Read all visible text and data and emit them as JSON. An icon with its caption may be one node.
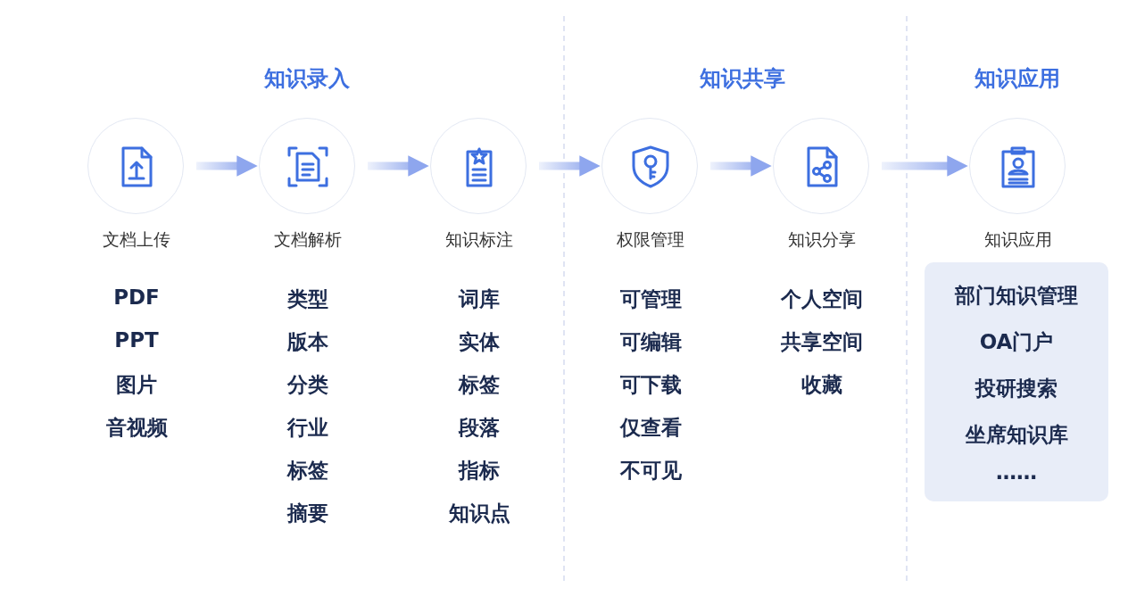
{
  "diagram": {
    "nodes": [
      {
        "text": [
          "文档上传"
        ],
        "beside": [
          "PDF",
          "PPT",
          "图片",
          "音视频"
        ]
      },
      {
        "text": [
          "文档解析"
        ],
        "beside": [
          "类型",
          "版本",
          "分类",
          "行业",
          "标签",
          "摘要"
        ]
      },
      {
        "text": [
          "知识标注"
        ],
        "beside": [
          "词库",
          "实体",
          "标签",
          "段落",
          "指标",
          "知识点"
        ]
      },
      {
        "text": [
          "权限管理"
        ],
        "beside": [
          "可管理",
          "可编辑",
          "可下载",
          "仅查看",
          "不可见"
        ]
      },
      {
        "text": [
          "知识分享"
        ],
        "beside": [
          "个人空间",
          "共享空间",
          "收藏"
        ]
      },
      {
        "text": [
          "知识应用"
        ]
      },
      {
        "text": [
          "部门知识管理",
          "OA门户",
          "投研搜索",
          "坐席知识库",
          "……"
        ]
      }
    ],
    "edges": [
      {
        "from": 0,
        "to": 1,
        "arrow": "to"
      },
      {
        "from": 1,
        "to": 2,
        "arrow": "to"
      },
      {
        "from": 2,
        "to": 3,
        "arrow": "to"
      },
      {
        "from": 3,
        "to": 4,
        "arrow": "to"
      },
      {
        "from": 4,
        "to": 5,
        "arrow": "to"
      }
    ],
    "labels": [
      "知识录入",
      "知识共享",
      "知识应用"
    ]
  }
}
